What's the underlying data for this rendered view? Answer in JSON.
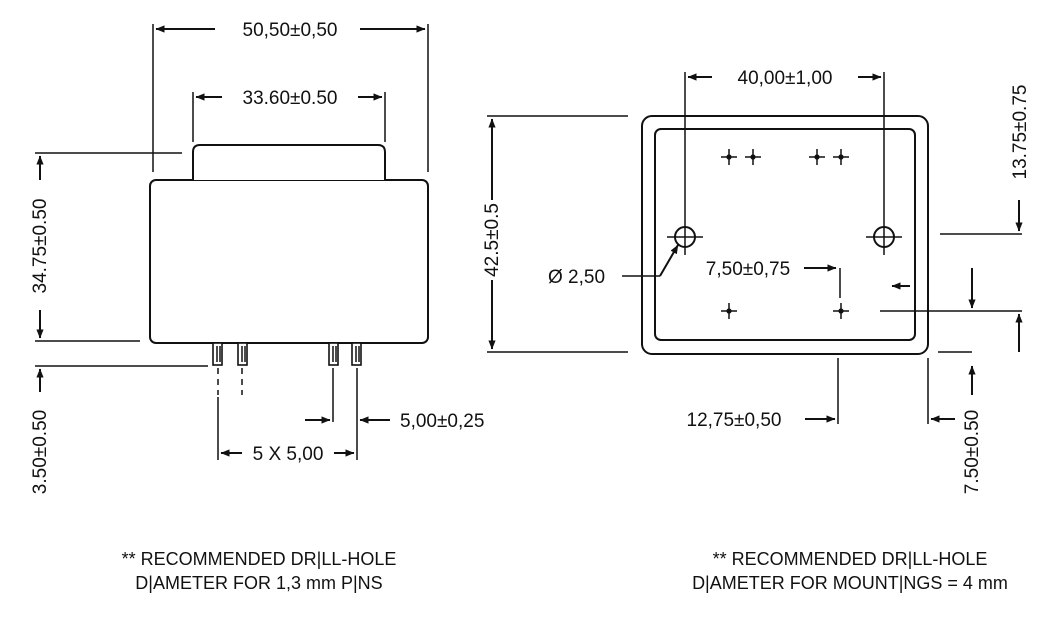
{
  "side_view": {
    "overall_width": "50,50±0,50",
    "top_width": "33.60±0.50",
    "height": "34.75±0.50",
    "pin_length": "3.50±0.50",
    "pin_spacing": "5 X 5,00",
    "pin_offset": "5,00±0,25",
    "note_line1": "** RECOMMENDED DR|LL-HOLE",
    "note_line2": "D|AMETER FOR 1,3 mm P|NS"
  },
  "top_view": {
    "mount_distance": "40,00±1,00",
    "height": "42.5±0.5",
    "edge_offset": "13.75±0.75",
    "hole_diameter": "Ø 2,50",
    "inner_offset": "7,50±0,75",
    "bottom_offset": "12,75±0,50",
    "pin_offset": "7.50±0.50",
    "note_line1": "** RECOMMENDED DR|LL-HOLE",
    "note_line2": "D|AMETER FOR MOUNT|NGS = 4 mm"
  },
  "colors": {
    "line": "#111111",
    "background": "#ffffff"
  }
}
